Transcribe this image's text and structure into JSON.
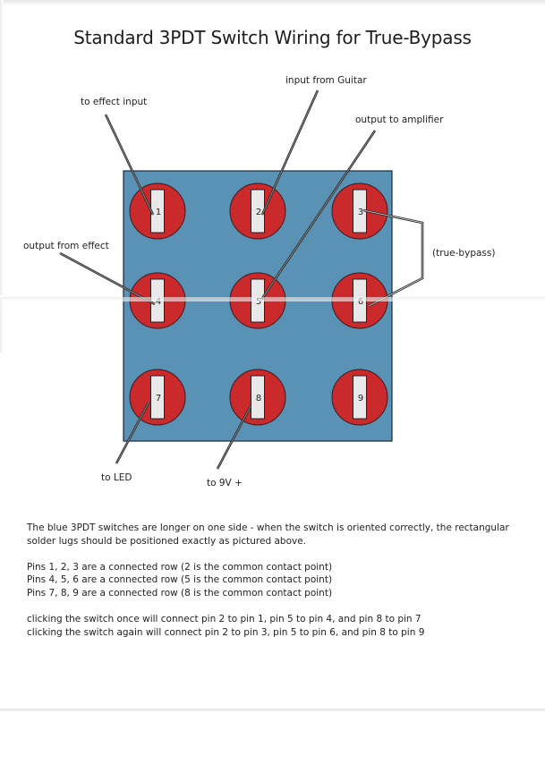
{
  "title": "Standard 3PDT Switch Wiring for True-Bypass",
  "colors": {
    "switch_body": "#5a92b5",
    "lug_circle": "#cb2a2c",
    "lug_rect": "#e8e8e8",
    "wire": "#2a2a2a",
    "outline": "#1a2a3a"
  },
  "pins": [
    {
      "number": "1",
      "label": "1"
    },
    {
      "number": "2",
      "label": "2"
    },
    {
      "number": "3",
      "label": "3"
    },
    {
      "number": "4",
      "label": "4"
    },
    {
      "number": "5",
      "label": "5"
    },
    {
      "number": "6",
      "label": "6"
    },
    {
      "number": "7",
      "label": "7"
    },
    {
      "number": "8",
      "label": "8"
    },
    {
      "number": "9",
      "label": "9"
    }
  ],
  "callouts": {
    "to_effect_input": "to effect input",
    "input_from_guitar": "input from Guitar",
    "output_to_amplifier": "output to amplifier",
    "output_from_effect": "output from effect",
    "true_bypass": "(true-bypass)",
    "to_led": "to LED",
    "to_9v": "to 9V +"
  },
  "connections": [
    {
      "label": "to effect input",
      "pin": "1"
    },
    {
      "label": "input from Guitar",
      "pin": "2"
    },
    {
      "label": "output to amplifier",
      "pin": "5"
    },
    {
      "label": "output from effect",
      "pin": "4"
    },
    {
      "label": "(true-bypass)",
      "pins": [
        "3",
        "6"
      ]
    },
    {
      "label": "to LED",
      "pin": "7"
    },
    {
      "label": "to 9V +",
      "pin": "8"
    }
  ],
  "notes": {
    "p1_line1": "The blue 3PDT switches are longer on one side - when the switch is oriented correctly, the rectangular",
    "p1_line2": "solder lugs should be positioned exactly as pictured above.",
    "rows": [
      "Pins 1, 2, 3 are a connected row (2 is the common contact point)",
      "Pins 4, 5, 6 are a connected row (5 is the common contact point)",
      "Pins 7, 8, 9 are a connected row (8 is the common contact point)"
    ],
    "clicks": [
      "clicking the switch once will connect pin 2 to pin 1,  pin 5 to pin 4, and pin 8 to pin 7",
      "clicking the switch again will connect pin 2 to pin 3,  pin 5 to pin 6, and pin 8 to pin 9"
    ]
  }
}
